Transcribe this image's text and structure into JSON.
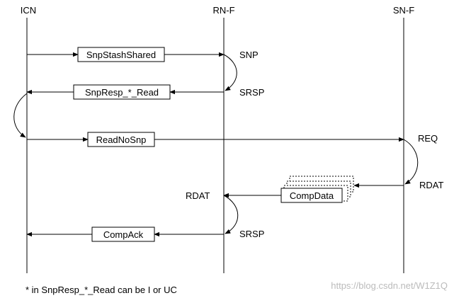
{
  "lanes": {
    "icn": "ICN",
    "rnf": "RN-F",
    "snf": "SN-F"
  },
  "messages": {
    "snp_stash_shared": "SnpStashShared",
    "snp_resp_read": "SnpResp_*_Read",
    "read_no_snp": "ReadNoSnp",
    "comp_data": "CompData",
    "comp_ack": "CompAck"
  },
  "channels": {
    "snp": "SNP",
    "srsp_1": "SRSP",
    "req": "REQ",
    "rdat_sn": "RDAT",
    "rdat_rn": "RDAT",
    "srsp_2": "SRSP"
  },
  "footnote": "* in SnpResp_*_Read can be I or UC",
  "watermark": "https://blog.csdn.net/W1Z1Q"
}
